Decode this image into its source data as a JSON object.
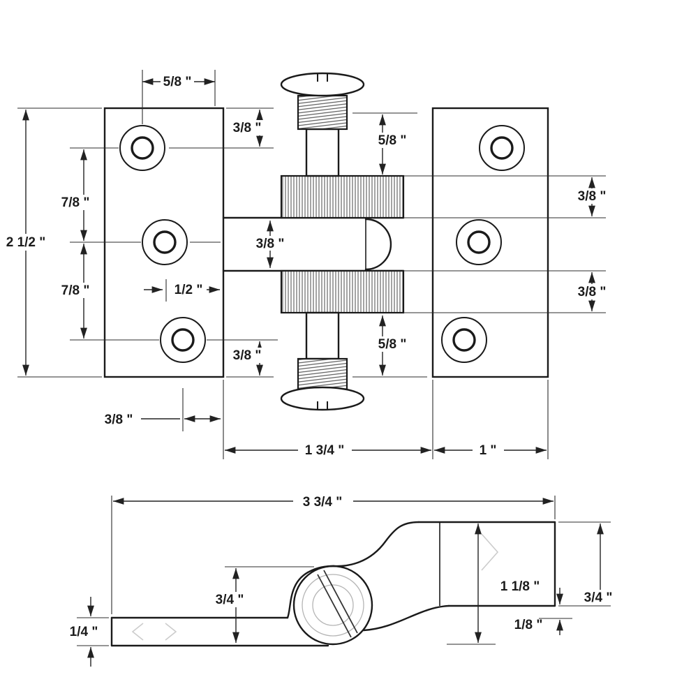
{
  "drawing": {
    "kind": "hinge-technical-drawing",
    "views": [
      "top",
      "side"
    ]
  },
  "dims": {
    "top": {
      "top_width": "5/8 \"",
      "edge_to_top_hole": "3/8 \"",
      "screw_top_length": "5/8 \"",
      "knuckle_upper": "3/8 \"",
      "hole_spacing_upper": "7/8 \"",
      "overall_height": "2 1/2 \"",
      "hole_spacing_lower": "7/8 \"",
      "arm_width": "3/8 \"",
      "hole_to_edge_mid": "1/2 \"",
      "knuckle_lower": "3/8 \"",
      "hole_to_bottom": "3/8 \"",
      "screw_bottom_length": "5/8 \"",
      "hole_to_edge_bottom": "3/8 \"",
      "left_leaf_width": "1 3/4 \"",
      "right_leaf_width": "1 \""
    },
    "side": {
      "overall_length": "3 3/4 \"",
      "block_height": "3/4 \"",
      "knuckle_diameter": "3/4 \"",
      "block_to_base": "1 1/8 \"",
      "offset_gap": "1/8 \"",
      "leaf_thickness": "1/4 \""
    }
  }
}
